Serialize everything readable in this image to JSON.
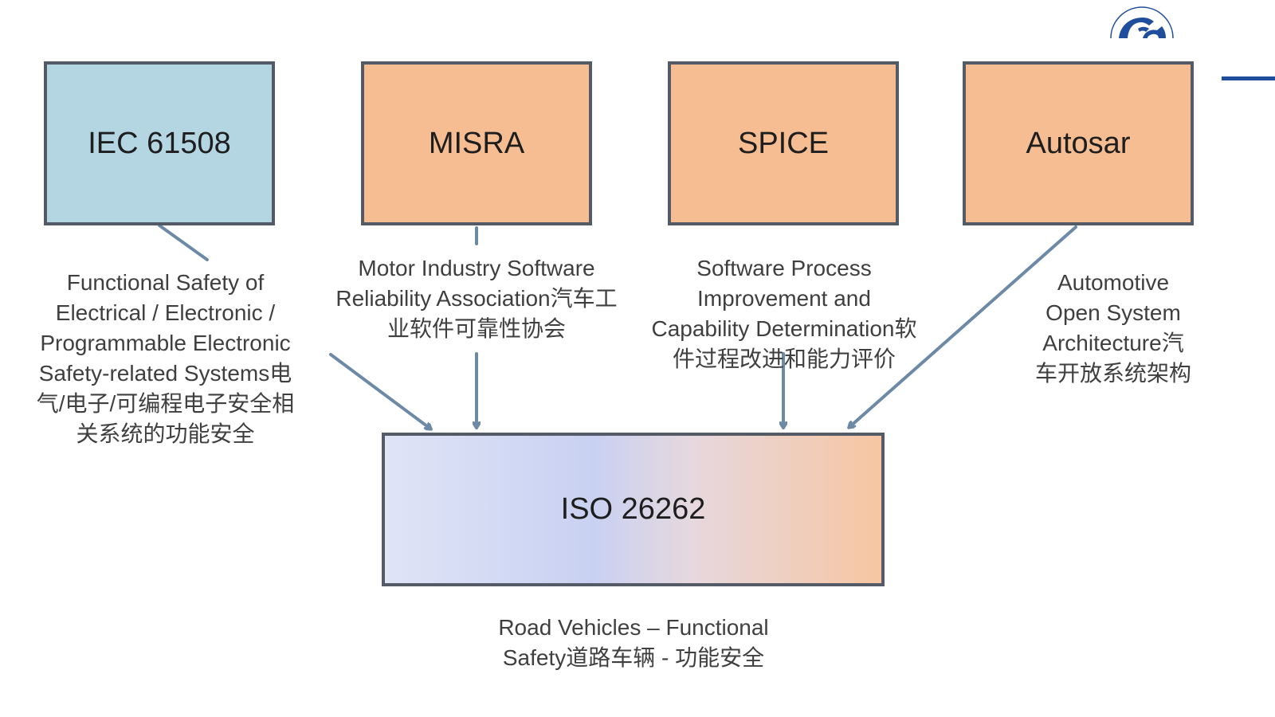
{
  "boxes": {
    "iec": "IEC 61508",
    "misra": "MISRA",
    "spice": "SPICE",
    "autosar": "Autosar",
    "iso": "ISO 26262"
  },
  "descriptions": {
    "iec": "Functional Safety of\nElectrical / Electronic /\nProgrammable Electronic\nSafety-related Systems电\n气/电子/可编程电子安全相\n关系统的功能安全",
    "misra": "Motor Industry Software\nReliability Association汽车工\n业软件可靠性协会",
    "spice": "Software Process\nImprovement and\nCapability Determination软\n件过程改进和能力评价",
    "autosar": "Automotive\nOpen System\nArchitecture汽\n车开放系统架构",
    "iso": "Road Vehicles – Functional\nSafety道路车辆 - 功能安全"
  },
  "colors": {
    "iec_fill": "#b4d6e3",
    "orange_fill": "#f6bd92",
    "arrow": "#6c8aa6",
    "border": "#555b66",
    "accent": "#1f4e9c"
  }
}
